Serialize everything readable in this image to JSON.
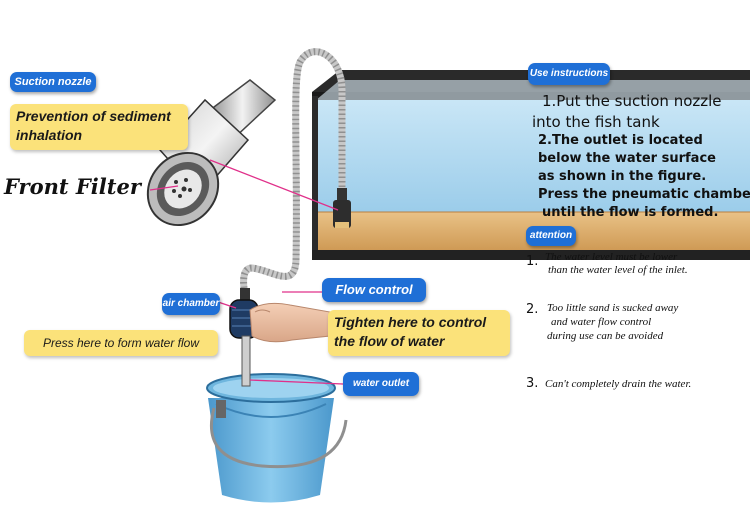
{
  "labels": {
    "suction_nozzle": "Suction nozzle",
    "prevention": "Prevention of sediment inhalation",
    "front_filter": "Front Filter",
    "air_chamber": "air chamber",
    "flow_control": "Flow control",
    "press_here": "Press here to form water flow",
    "tighten": "Tighten here to control the flow of water",
    "water_outlet": "water outlet"
  },
  "use_instructions": {
    "title": "Use instructions",
    "step1_line1": "1.Put the suction nozzle",
    "step1_line2": "into the fish tank",
    "step2_line1": "2.The outlet is located",
    "step2_line2": "below the water surface",
    "step2_line3": "as shown in the figure.",
    "step2_line4": "Press the pneumatic chamber",
    "step2_line5": "until the flow is formed."
  },
  "attention": {
    "title": "attention",
    "items": [
      {
        "number": "1.",
        "line1": "The water level must be lower",
        "line2": "than the water level of the inlet.",
        "line3": ""
      },
      {
        "number": "2.",
        "line1": "Too little sand is sucked away",
        "line2": "and water flow control",
        "line3": "during use can be avoided"
      },
      {
        "number": "3.",
        "line1": "Can't completely drain the water.",
        "line2": "",
        "line3": ""
      }
    ]
  },
  "colors": {
    "tag_blue": "#1f6fd6",
    "callout_yellow": "#fbe27a",
    "leader_pink": "#e0308a",
    "tank_water": "#a9d3ec",
    "gravel": "#e0b070",
    "bucket_blue": "#6fb7e0"
  }
}
